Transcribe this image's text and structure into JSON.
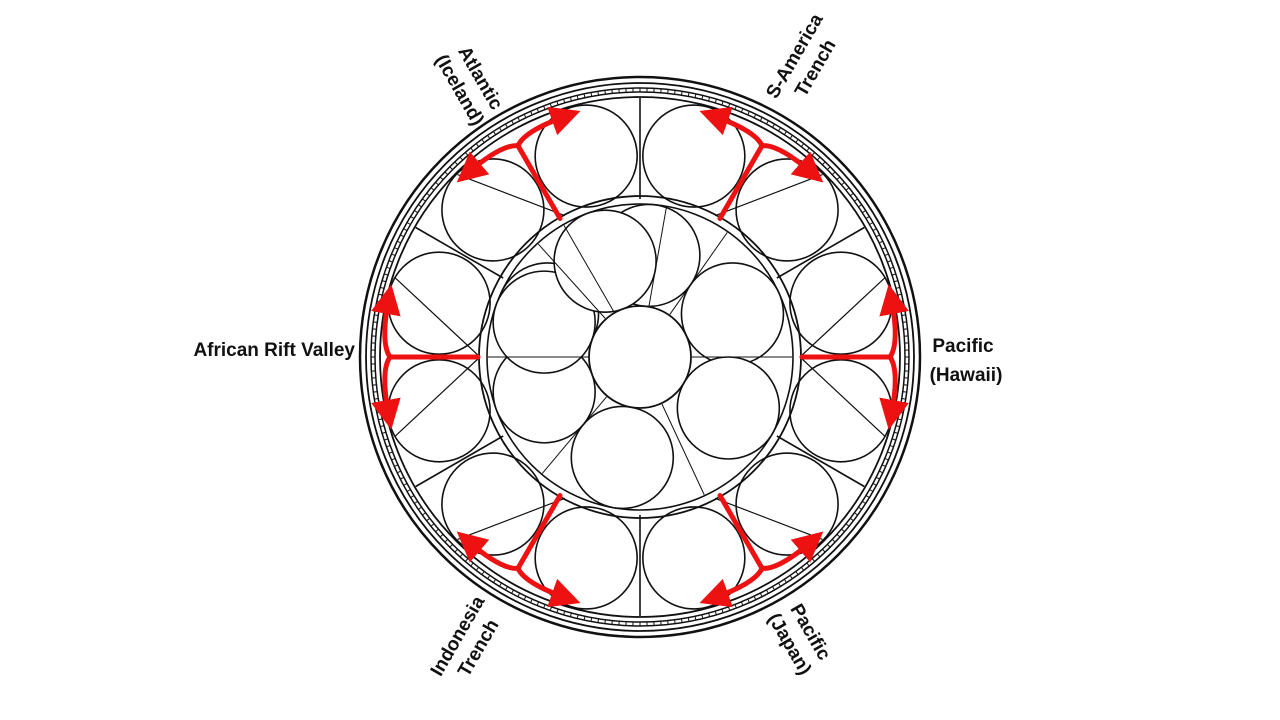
{
  "colors": {
    "line": "#111111",
    "arrow": "#ee1111",
    "background": "#ffffff"
  },
  "labels": {
    "atlantic": {
      "line1": "Atlantic",
      "line2": "(Iceland)"
    },
    "s_america": {
      "line1": "S-America",
      "line2": "Trench"
    },
    "pacific_hawaii": {
      "line1": "Pacific",
      "line2": "(Hawaii)"
    },
    "african": {
      "line1": "African Rift Valley"
    },
    "indonesia": {
      "line1": "Indonesia",
      "line2": "Trench"
    },
    "pacific_japan": {
      "line1": "Pacific",
      "line2": "(Japan)"
    }
  }
}
